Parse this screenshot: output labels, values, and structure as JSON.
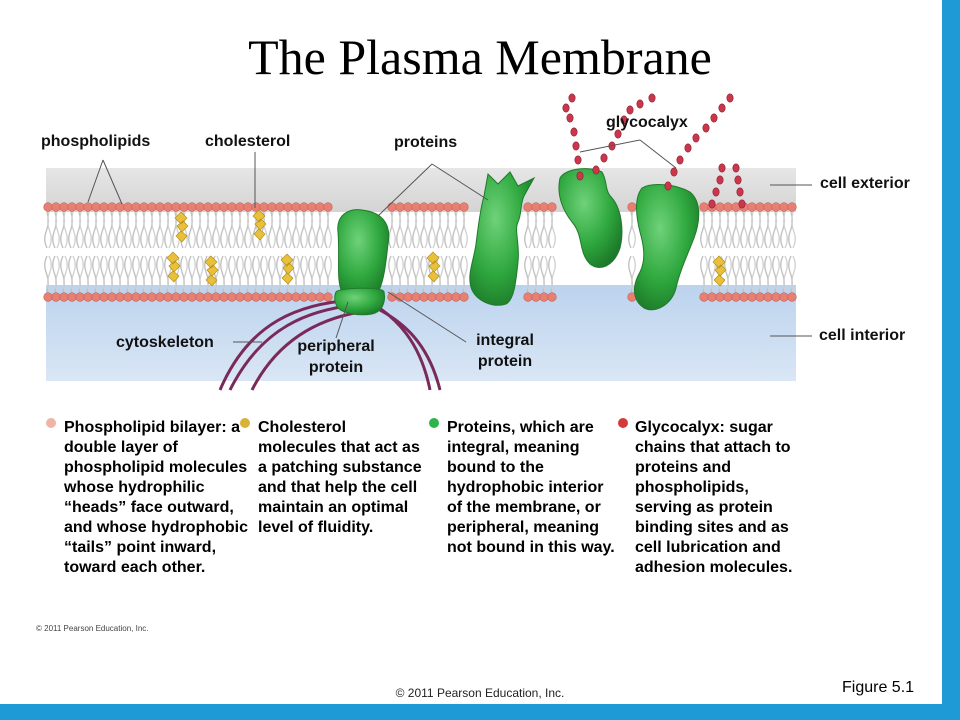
{
  "title": "The Plasma Membrane",
  "labels": {
    "phospholipids": "phospholipids",
    "cholesterol": "cholesterol",
    "proteins": "proteins",
    "glycocalyx": "glycocalyx",
    "cell_exterior": "cell exterior",
    "cell_interior": "cell interior",
    "cytoskeleton": "cytoskeleton",
    "peripheral_protein_1": "peripheral",
    "peripheral_protein_2": "protein",
    "integral_protein_1": "integral",
    "integral_protein_2": "protein"
  },
  "descriptions": [
    {
      "color": "#eeb4a6",
      "text": "Phospholipid bilayer: a double layer of phospholipid molecules whose hydrophilic “heads” face outward, and whose hydrophobic “tails” point inward, toward each other."
    },
    {
      "color": "#d9b23a",
      "text": "Cholesterol molecules that act as a patching substance and that help the cell maintain an optimal level of fluidity."
    },
    {
      "color": "#2db34a",
      "text": "Proteins, which are integral, meaning bound to the hydrophobic interior of the membrane, or peripheral, meaning not bound in this way."
    },
    {
      "color": "#d43a3a",
      "text": "Glycocalyx: sugar chains that attach to proteins and phospholipids, serving as protein binding sites and as cell lubrication and adhesion molecules."
    }
  ],
  "credit_small": "© 2011 Pearson Education, Inc.",
  "footer": "© 2011 Pearson Education, Inc.",
  "figure_label": "Figure 5.1"
}
